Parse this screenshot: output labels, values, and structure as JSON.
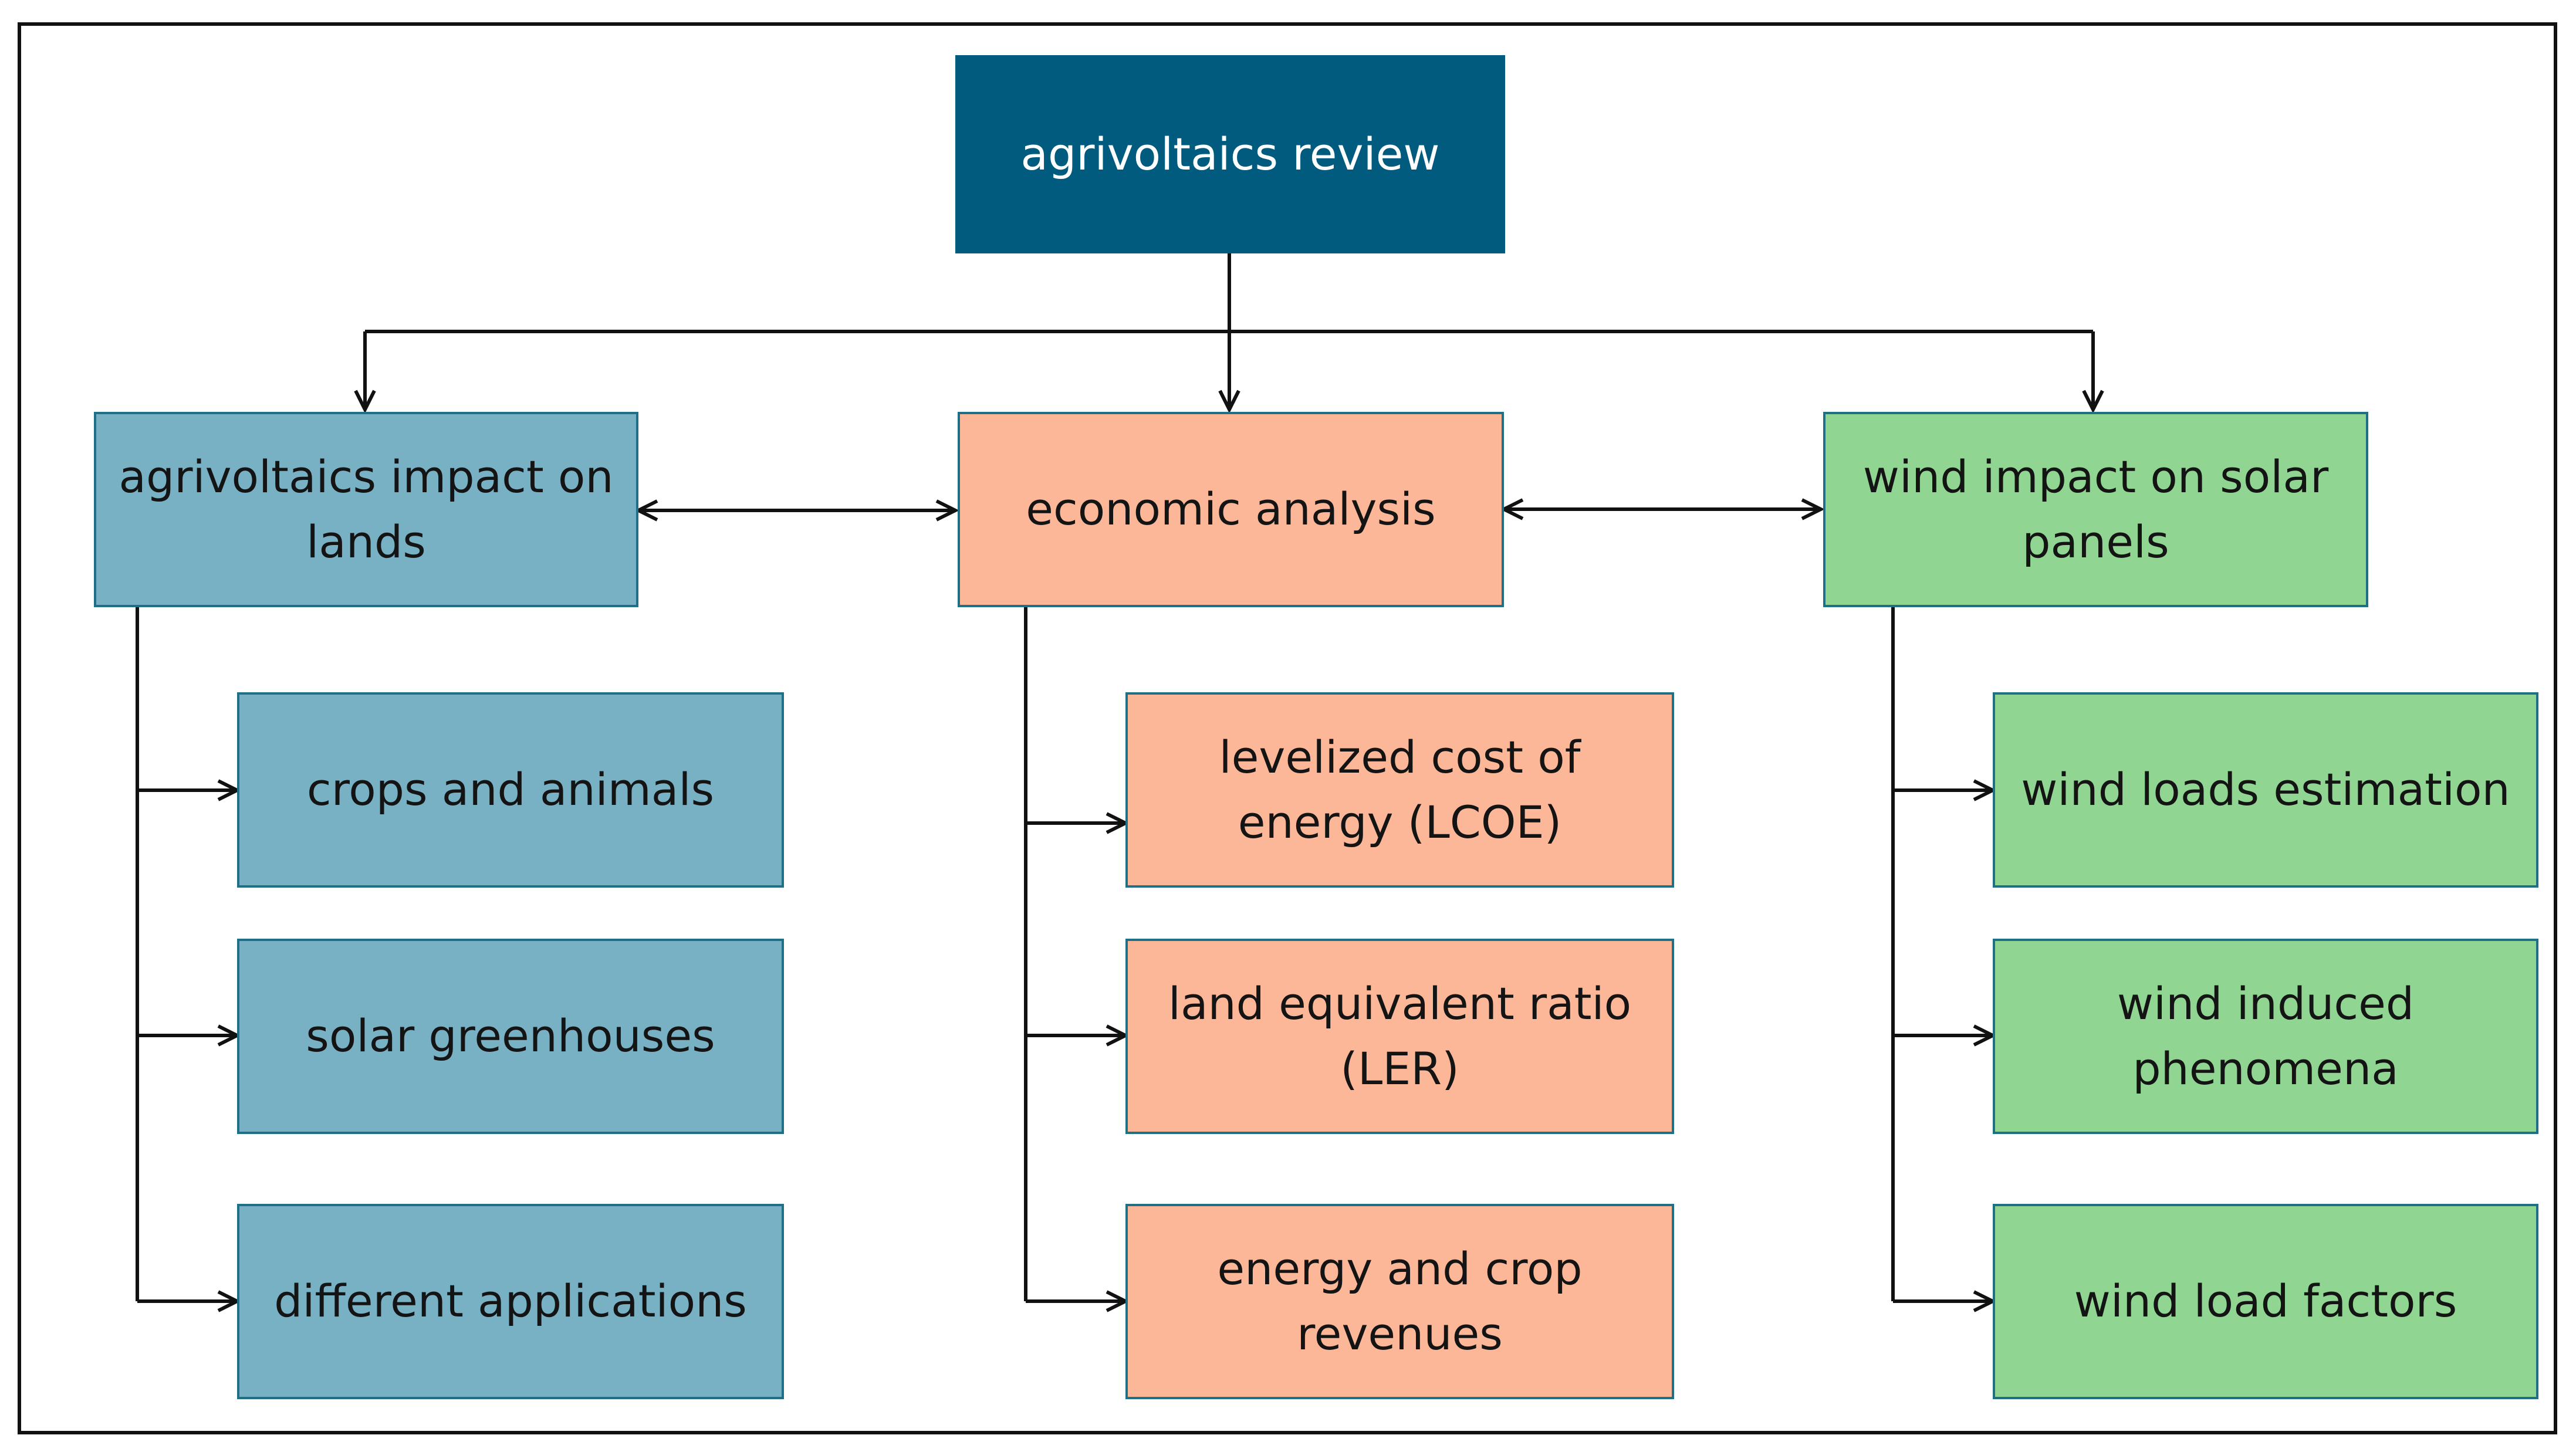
{
  "diagram": {
    "root": {
      "label": "agrivoltaics review"
    },
    "branches": [
      {
        "label": "agrivoltaics impact on lands",
        "children": [
          "crops and animals",
          "solar greenhouses",
          "different applications"
        ]
      },
      {
        "label": "economic analysis",
        "children": [
          "levelized cost of energy (LCOE)",
          "land equivalent ratio (LER)",
          "energy and crop revenues"
        ]
      },
      {
        "label": "wind impact on solar panels",
        "children": [
          "wind loads estimation",
          "wind induced phenomena",
          "wind load factors"
        ]
      }
    ],
    "colors": {
      "root_fill": "#005b7f",
      "lands_fill": "#78b0c4",
      "economic_fill": "#fbb798",
      "wind_fill": "#90d592",
      "box_border": "#1f6f87",
      "line": "#111111"
    }
  }
}
